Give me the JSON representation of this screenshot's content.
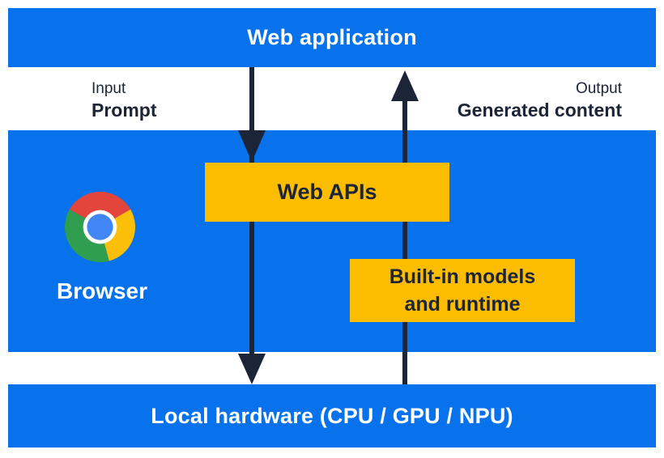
{
  "top_bar": {
    "label": "Web application"
  },
  "io_labels": {
    "input_title": "Input",
    "input_value": "Prompt",
    "output_title": "Output",
    "output_value": "Generated content"
  },
  "browser": {
    "label": "Browser"
  },
  "boxes": {
    "web_apis": {
      "label": "Web APIs"
    },
    "builtin": {
      "line1": "Built-in models",
      "line2": "and runtime"
    }
  },
  "bottom_bar": {
    "label": "Local hardware (CPU / GPU / NPU)"
  },
  "icons": {
    "browser_logo": "chrome-logo"
  },
  "colors": {
    "blue": "#0872ec",
    "yellow": "#fcbd00",
    "dark": "#1b2537",
    "chrome_red": "#e4453a",
    "chrome_yellow": "#fcbf09",
    "chrome_green": "#2f9e4f",
    "chrome_blue": "#4285f4"
  }
}
